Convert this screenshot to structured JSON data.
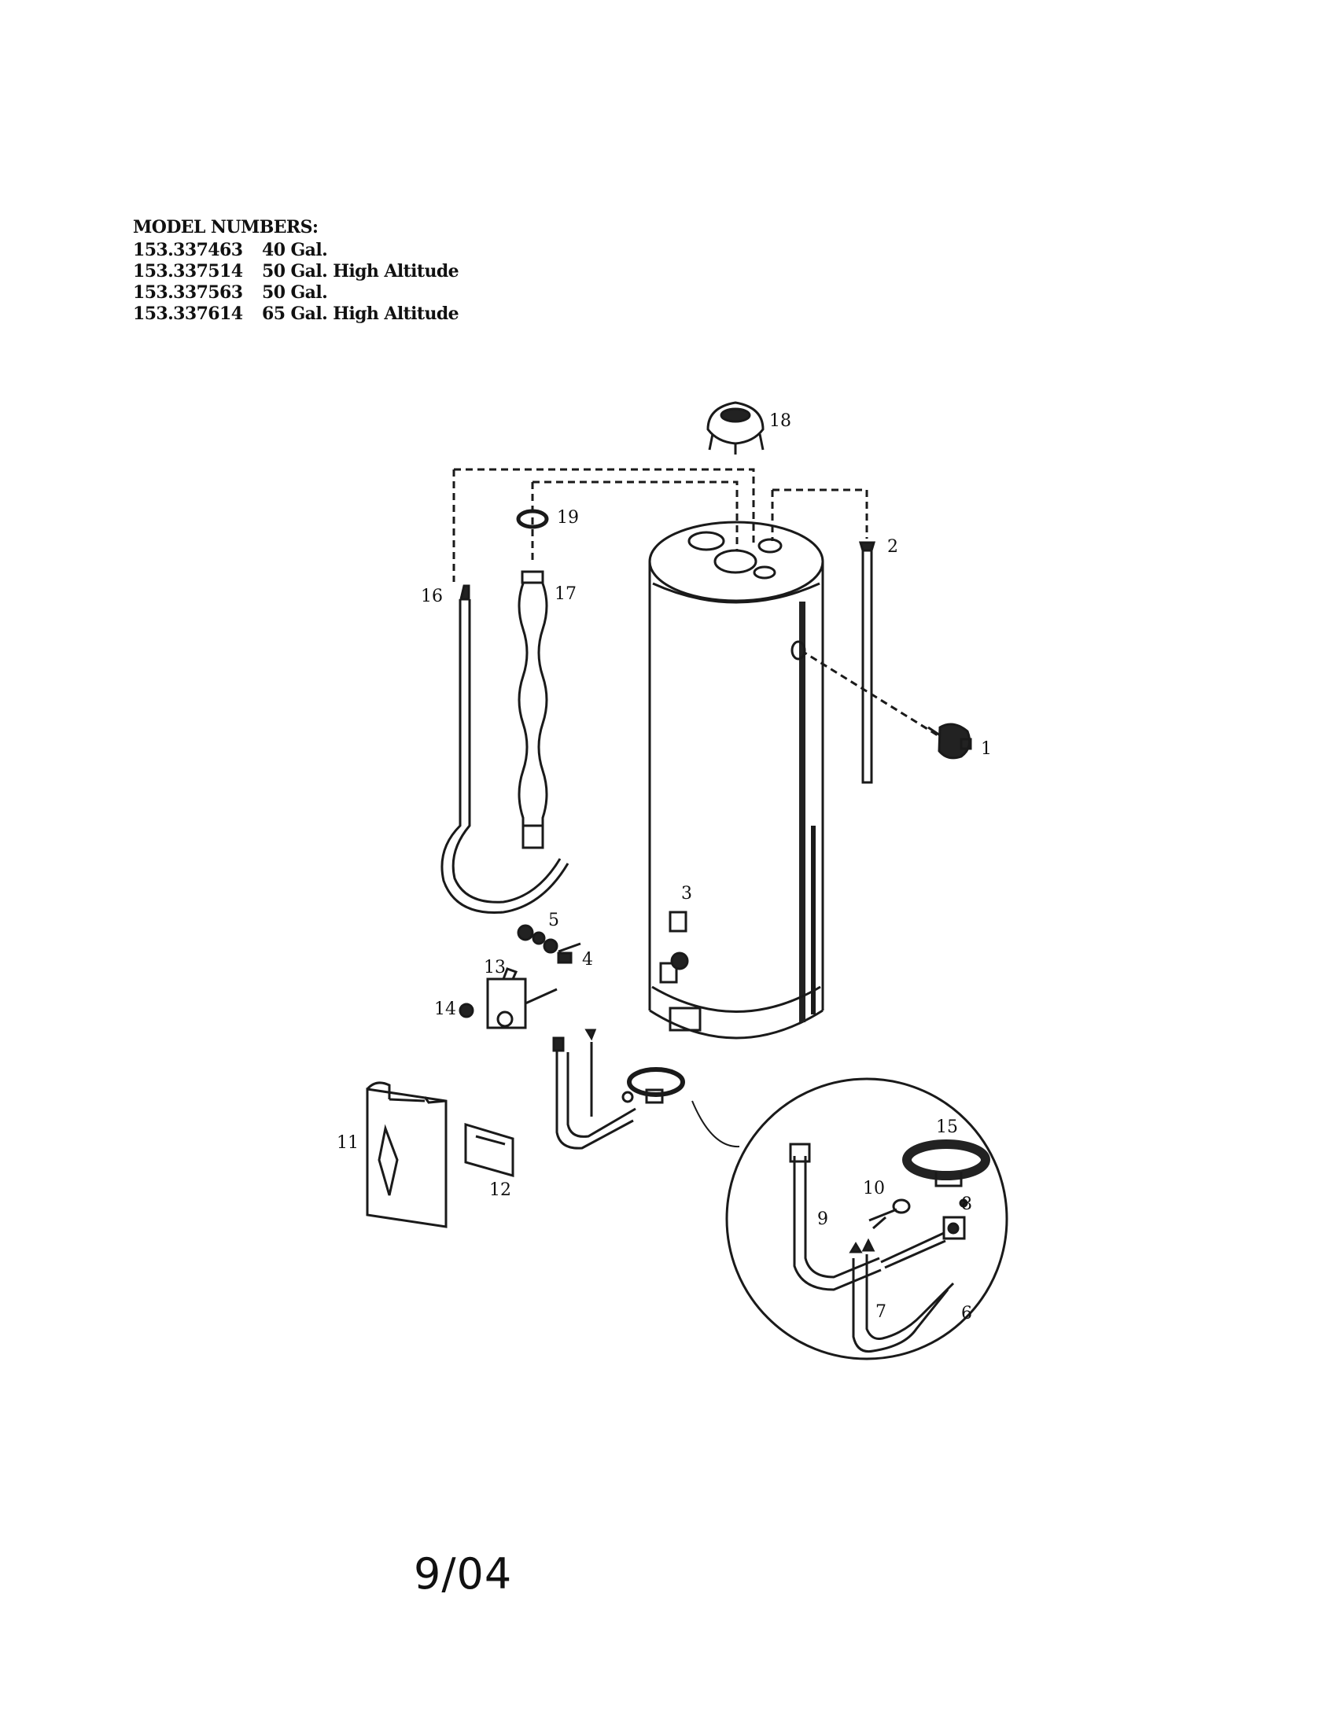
{
  "models": {
    "heading": "MODEL NUMBERS:",
    "rows": [
      {
        "number": "153.337463",
        "desc": "40 Gal."
      },
      {
        "number": "153.337514",
        "desc": "50 Gal. High Altitude"
      },
      {
        "number": "153.337563",
        "desc": "50 Gal."
      },
      {
        "number": "153.337614",
        "desc": "65 Gal. High Altitude"
      }
    ]
  },
  "callouts": [
    "1",
    "2",
    "3",
    "4",
    "5",
    "6",
    "7",
    "8",
    "9",
    "10",
    "11",
    "12",
    "13",
    "14",
    "15",
    "16",
    "17",
    "18",
    "19"
  ],
  "footer": {
    "code": "9/04"
  }
}
